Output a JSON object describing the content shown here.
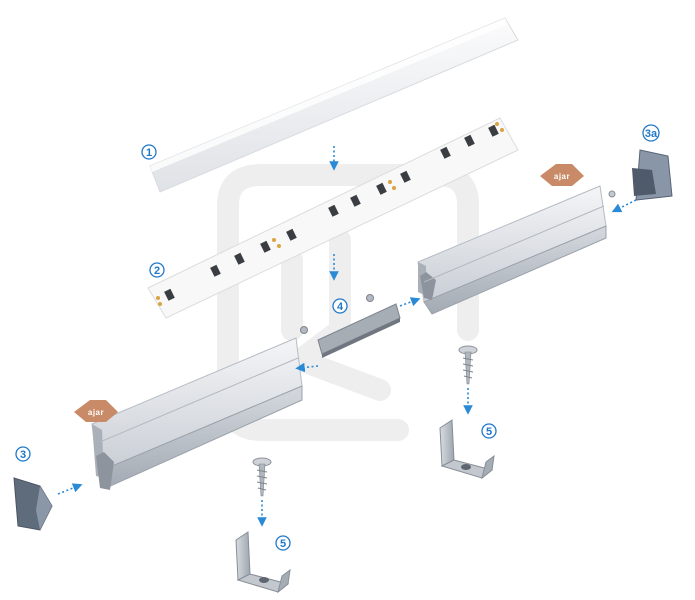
{
  "colors": {
    "callout": "#1f78c8",
    "arrow": "#2a8ad6",
    "badge": "#c98a67",
    "aluminium_light": "#e8eaed",
    "aluminium_mid": "#c7ccd3",
    "aluminium_dark": "#9aa1aa",
    "endcap": "#6e7b8c",
    "diffuser": "#f1f2f4",
    "led_strip": "#f7f7f7",
    "watermark": "#ebebeb"
  },
  "callouts": {
    "c1": "1",
    "c2": "2",
    "c3": "3",
    "c3a": "3a",
    "c4": "4",
    "c5a": "5",
    "c5b": "5"
  },
  "badges": {
    "right": "ajar",
    "left": "ajar"
  }
}
